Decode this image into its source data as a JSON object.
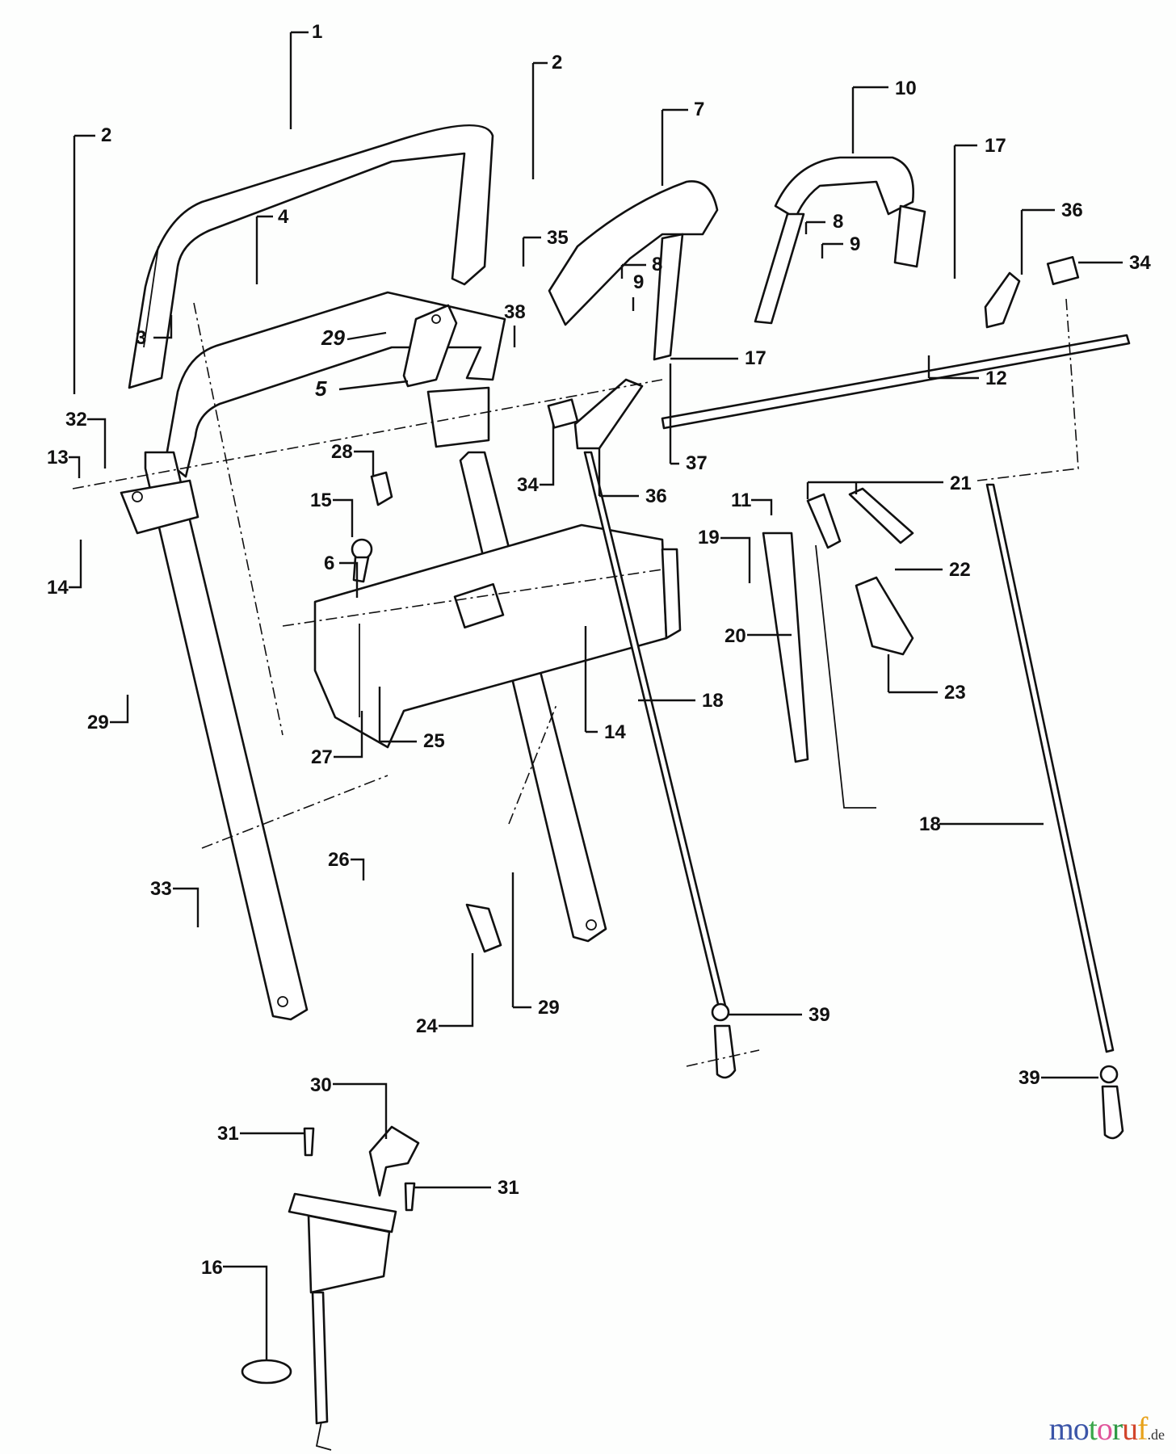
{
  "diagram": {
    "title": "Handle assembly exploded parts diagram",
    "callouts": [
      {
        "id": "c1",
        "text": "1"
      },
      {
        "id": "c2a",
        "text": "2"
      },
      {
        "id": "c2b",
        "text": "2"
      },
      {
        "id": "c3",
        "text": "3"
      },
      {
        "id": "c4",
        "text": "4"
      },
      {
        "id": "c5",
        "text": "5"
      },
      {
        "id": "c6",
        "text": "6"
      },
      {
        "id": "c7",
        "text": "7"
      },
      {
        "id": "c8a",
        "text": "8"
      },
      {
        "id": "c8b",
        "text": "8"
      },
      {
        "id": "c9a",
        "text": "9"
      },
      {
        "id": "c9b",
        "text": "9"
      },
      {
        "id": "c10",
        "text": "10"
      },
      {
        "id": "c11",
        "text": "11"
      },
      {
        "id": "c12",
        "text": "12"
      },
      {
        "id": "c13",
        "text": "13"
      },
      {
        "id": "c14a",
        "text": "14"
      },
      {
        "id": "c14b",
        "text": "14"
      },
      {
        "id": "c15",
        "text": "15"
      },
      {
        "id": "c16",
        "text": "16"
      },
      {
        "id": "c17a",
        "text": "17"
      },
      {
        "id": "c17b",
        "text": "17"
      },
      {
        "id": "c18a",
        "text": "18"
      },
      {
        "id": "c18b",
        "text": "18"
      },
      {
        "id": "c19",
        "text": "19"
      },
      {
        "id": "c20",
        "text": "20"
      },
      {
        "id": "c21",
        "text": "21"
      },
      {
        "id": "c22",
        "text": "22"
      },
      {
        "id": "c23",
        "text": "23"
      },
      {
        "id": "c24",
        "text": "24"
      },
      {
        "id": "c25",
        "text": "25"
      },
      {
        "id": "c26",
        "text": "26"
      },
      {
        "id": "c27",
        "text": "27"
      },
      {
        "id": "c28",
        "text": "28"
      },
      {
        "id": "c29a",
        "text": "29"
      },
      {
        "id": "c29b",
        "text": "29"
      },
      {
        "id": "c29c",
        "text": "29"
      },
      {
        "id": "c30",
        "text": "30"
      },
      {
        "id": "c31a",
        "text": "31"
      },
      {
        "id": "c31b",
        "text": "31"
      },
      {
        "id": "c32",
        "text": "32"
      },
      {
        "id": "c33",
        "text": "33"
      },
      {
        "id": "c34a",
        "text": "34"
      },
      {
        "id": "c34b",
        "text": "34"
      },
      {
        "id": "c35",
        "text": "35"
      },
      {
        "id": "c36a",
        "text": "36"
      },
      {
        "id": "c36b",
        "text": "36"
      },
      {
        "id": "c37",
        "text": "37"
      },
      {
        "id": "c38",
        "text": "38"
      },
      {
        "id": "c39a",
        "text": "39"
      },
      {
        "id": "c39b",
        "text": "39"
      }
    ]
  },
  "watermark": {
    "letters": [
      "m",
      "o",
      "t",
      "o",
      "r",
      "u",
      "f"
    ],
    "colors": [
      "#3b55a8",
      "#3b55a8",
      "#3aa64a",
      "#e0549a",
      "#2e9a45",
      "#d2452c",
      "#e8a21a"
    ],
    "tld": ".de"
  }
}
